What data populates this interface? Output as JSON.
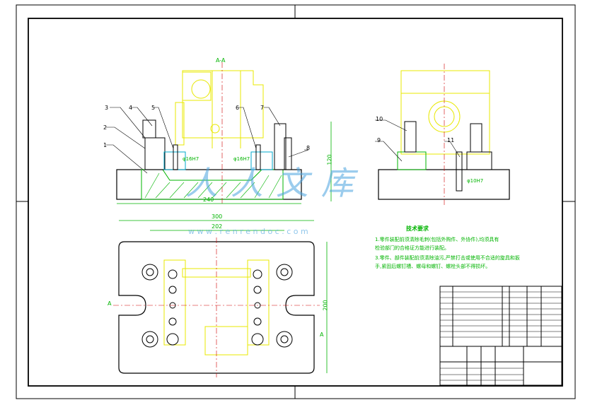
{
  "views": {
    "section_label": "A-A",
    "section_marker": "A"
  },
  "balloons": [
    "1",
    "2",
    "3",
    "4",
    "5",
    "6",
    "7",
    "8",
    "9",
    "10",
    "11"
  ],
  "dimensions": {
    "front_width": "240",
    "front_height": "120",
    "plan_overall_width": "300",
    "plan_inner_width": "202",
    "plan_height": "200",
    "fit_left": "φ16H7",
    "fit_right": "φ16H7",
    "fit_side": "φ10H7"
  },
  "watermark": {
    "text": "人人文库",
    "url": "w w w . r e n r e n d o c . c o m"
  },
  "notes": {
    "title": "技术要求",
    "line1": "1.零件装配前须清除毛刺(包括外购件、外协件),均须具有",
    "line2": "检验部门的合格证方能进行装配。",
    "line3": "3.零件、部件装配前须清除油污,严禁打击或使用不合适的旋具和扳",
    "line4": "手,紧固后螺钉槽、螺母和螺钉、螺栓头部不得损坏。"
  },
  "colors": {
    "outline": "#000000",
    "yellow": "#e8e800",
    "green": "#00b400",
    "cyan": "#00aacc",
    "magenta": "#cc00cc",
    "red": "#d00000",
    "watermark": "#4aa3df"
  }
}
